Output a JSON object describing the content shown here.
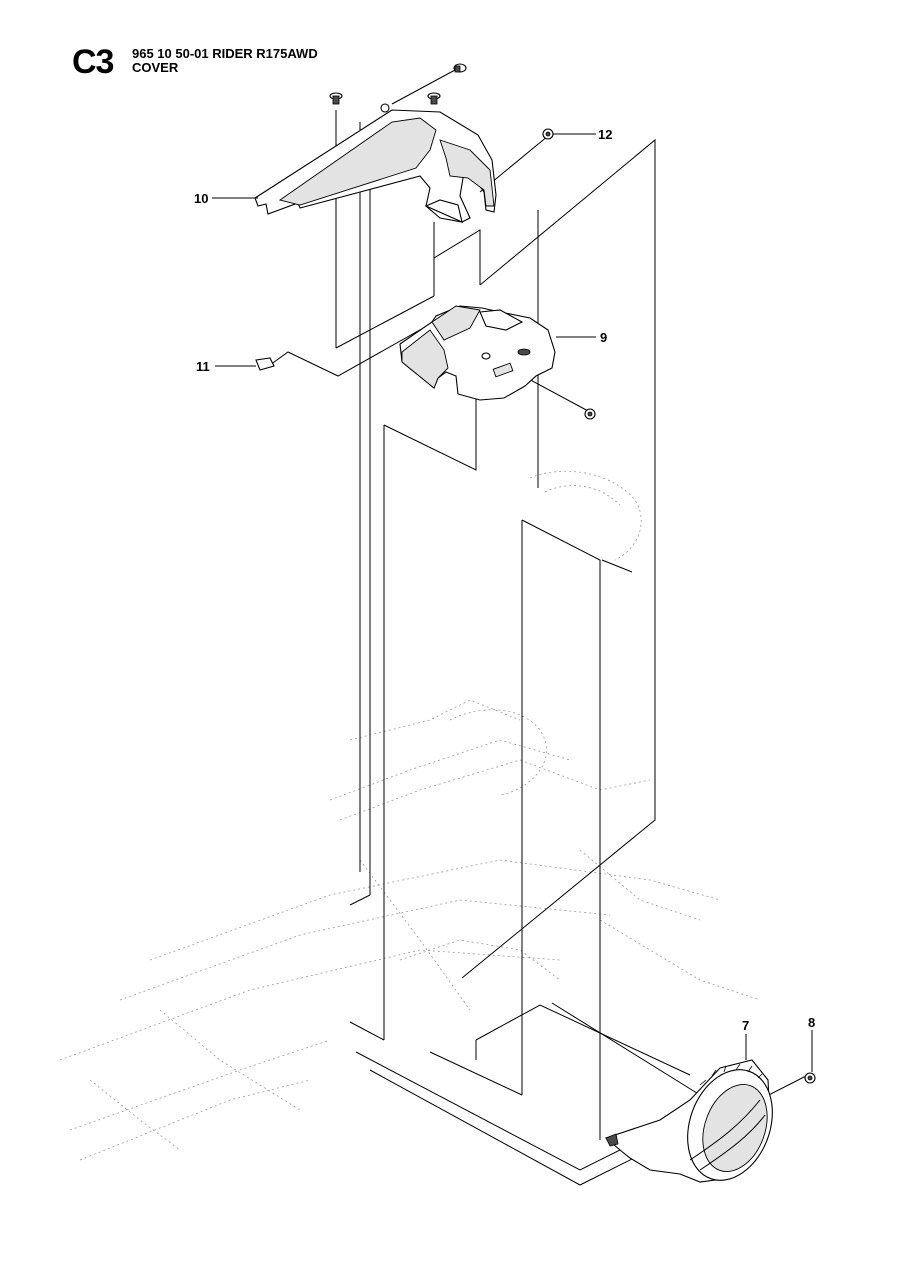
{
  "header": {
    "section_code": "C3",
    "model": "965 10 50-01 RIDER R175AWD",
    "subtitle": "COVER"
  },
  "callouts": {
    "c7": "7",
    "c8": "8",
    "c9": "9",
    "c10": "10",
    "c11": "11",
    "c12": "12"
  }
}
